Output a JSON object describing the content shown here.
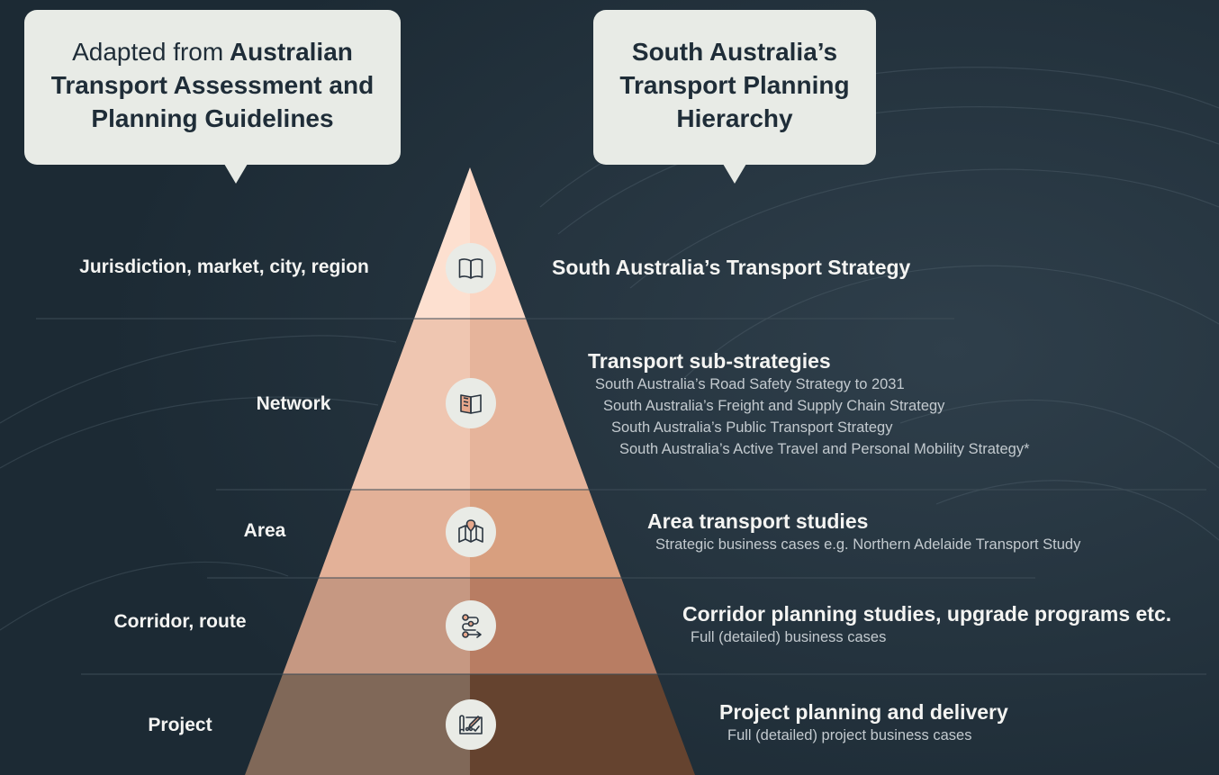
{
  "header_left": {
    "prefix": "Adapted from",
    "bold": "Australian Transport Assessment and Planning Guidelines"
  },
  "header_right": {
    "title": "South Australia’s Transport Planning Hierarchy"
  },
  "levels": [
    {
      "label": "Jurisdiction, market, city, region",
      "icon": "open-book-icon",
      "title": "South Australia’s Transport Strategy",
      "subitems": []
    },
    {
      "label": "Network",
      "icon": "book-icon",
      "title": "Transport sub-strategies",
      "subitems": [
        "South Australia’s Road Safety Strategy to 2031",
        "South Australia’s Freight and Supply Chain Strategy",
        "South Australia’s Public Transport Strategy",
        "South Australia’s Active Travel and Personal Mobility Strategy*"
      ]
    },
    {
      "label": "Area",
      "icon": "map-pin-icon",
      "title": "Area transport studies",
      "subitems": [
        "Strategic business cases e.g. Northern Adelaide Transport Study"
      ]
    },
    {
      "label": "Corridor, route",
      "icon": "route-icon",
      "title": "Corridor planning studies, upgrade programs etc.",
      "subitems": [
        "Full (detailed) business cases"
      ]
    },
    {
      "label": "Project",
      "icon": "blueprint-icon",
      "title": "Project planning and delivery",
      "subitems": [
        "Full (detailed) project business cases"
      ]
    }
  ],
  "colors": {
    "background": "#1e2c37",
    "bubble": "#e8ebe6",
    "bubble_text": "#1f2d38",
    "tier_left": [
      "#fde0d0",
      "#efc6b1",
      "#e3b198",
      "#c69882",
      "#806858"
    ],
    "tier_right": [
      "#fbd5c2",
      "#e6b49b",
      "#d89f7f",
      "#b87d63",
      "#65432f"
    ]
  }
}
